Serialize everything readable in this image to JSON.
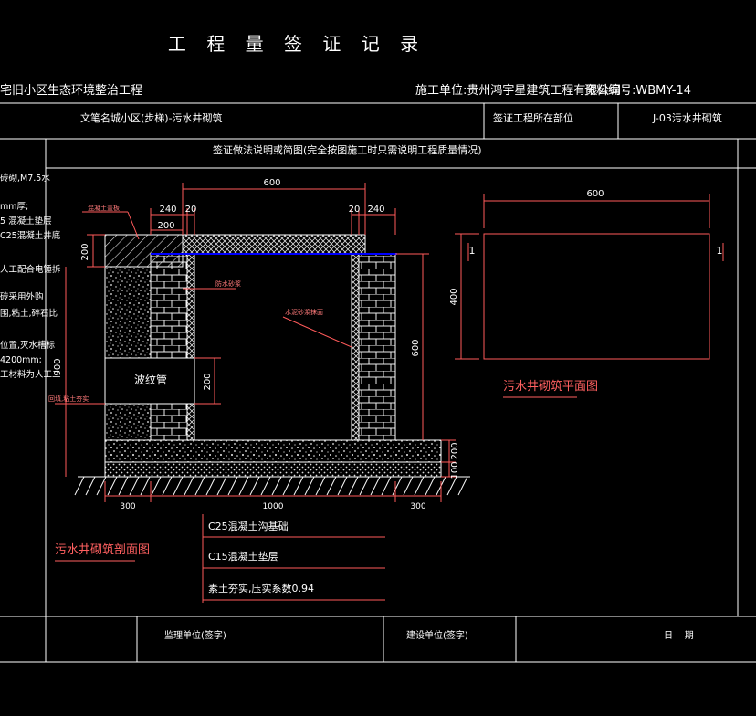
{
  "header": {
    "title": "工 程 量 签 证 记 录",
    "project_name": "宅旧小区生态环境整治工程",
    "contractor": "施工单位:贵州鸿宇星建筑工程有限公司",
    "doc_no": "资料编号:WBMY-14"
  },
  "info_row": {
    "location_value": "文笔名城小区(步梯)-污水井砌筑",
    "location_label": "签证工程所在部位",
    "item_value": "J-03污水井砌筑"
  },
  "section": {
    "heading": "签证做法说明或简图(完全按图施工时只需说明工程质量情况)"
  },
  "notes": [
    "砖砌,M7.5水",
    "mm厚;",
    "5 混凝土垫层",
    "C25混凝土井底",
    "人工配合电锤拆",
    "砖采用外购",
    "围,粘土,碎石比",
    "位置,灭水槽标",
    "4200mm;",
    "工材料为人工二"
  ],
  "section_drawing": {
    "title": "污水井砌筑剖面图",
    "dims": {
      "top_600": "600",
      "d240_left": "240",
      "d20_left": "20",
      "d200_left": "200",
      "d20_right": "20",
      "d240_right": "240",
      "d200_slab": "200",
      "d900": "900",
      "d600": "600",
      "d200_pipe": "200",
      "d200_base": "200",
      "d100_base": "100",
      "d300_left": "300",
      "d1000": "1000",
      "d300_right": "300"
    },
    "labels": {
      "cover": "混凝土盖板",
      "plaster_in": "防水砂浆",
      "plaster_out": "水泥砂浆抹面",
      "backfill": "回填,粘土夯实",
      "pipe": "波纹管"
    },
    "legend": [
      "C25混凝土沟基础",
      "C15混凝土垫层",
      "素土夯实,压实系数0.94"
    ]
  },
  "plan_drawing": {
    "title": "污水井砌筑平面图",
    "width": "600",
    "height": "400",
    "cut_left": "1",
    "cut_right": "1"
  },
  "footer": {
    "supervisor": "监理单位(签字)",
    "owner": "建设单位(签字)",
    "date": "日    期"
  },
  "colors": {
    "frame": "#ffffff",
    "dim": "#ff5a5a",
    "title": "#ff6060",
    "text": "#ffffff",
    "hatch": "#ffffff",
    "water": "#0000ff"
  }
}
